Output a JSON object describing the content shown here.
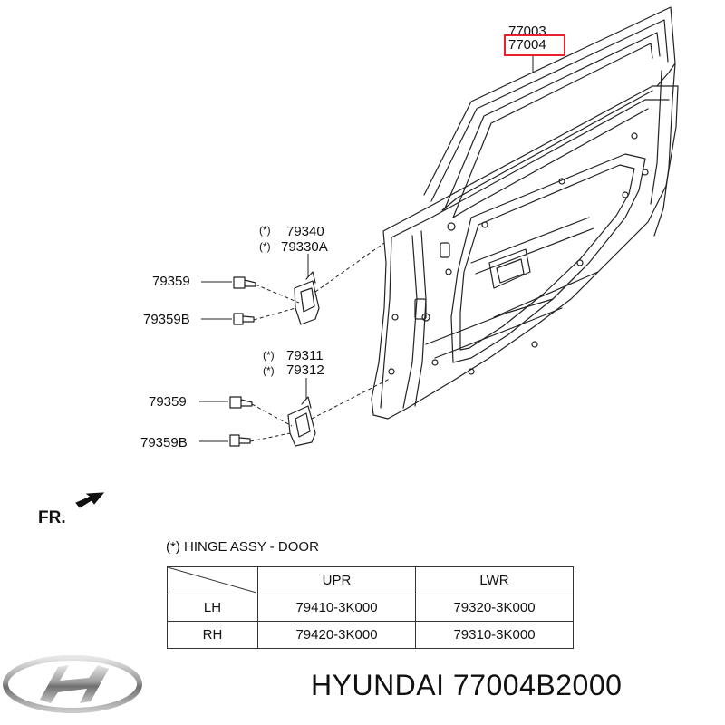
{
  "callouts": {
    "door_part_1": "77003",
    "door_part_2": "77004",
    "upper_hinge_1": "79340",
    "upper_hinge_2": "79330A",
    "lower_hinge_1": "79311",
    "lower_hinge_2": "79312",
    "bolt_upper_a": "79359",
    "bolt_upper_b": "79359B",
    "bolt_lower_a": "79359",
    "bolt_lower_b": "79359B",
    "asterisk_mark": "(*)"
  },
  "highlight_color": "#e8202a",
  "front_indicator": "FR.",
  "hinge_table": {
    "title": "(*) HINGE ASSY - DOOR",
    "headers": [
      "",
      "UPR",
      "LWR"
    ],
    "rows": [
      {
        "side": "LH",
        "upr": "79410-3K000",
        "lwr": "79320-3K000"
      },
      {
        "side": "RH",
        "upr": "79420-3K000",
        "lwr": "79310-3K000"
      }
    ]
  },
  "brand": {
    "text": "HYUNDAI 77004B2000",
    "logo_icon": "hyundai-logo-icon"
  }
}
